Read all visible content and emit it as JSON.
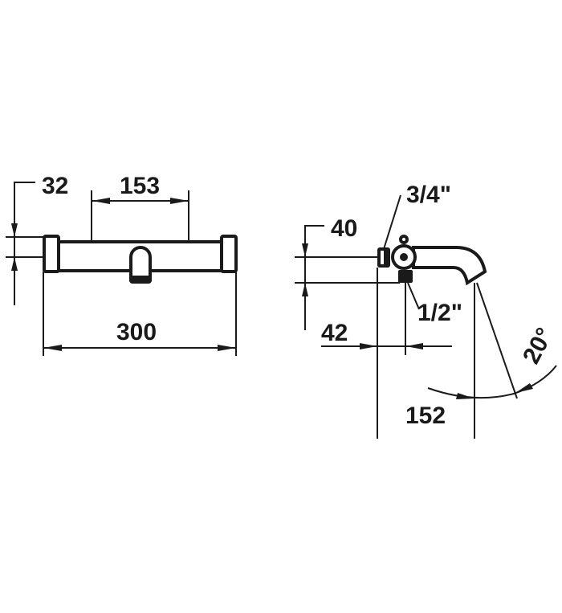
{
  "front_view": {
    "dim_height": "32",
    "dim_center_distance": "153",
    "dim_width": "300"
  },
  "side_view": {
    "dim_height": "40",
    "thread_inlet": "3/4\"",
    "thread_outlet": "1/2\"",
    "dim_offset": "42",
    "dim_projection": "152",
    "dim_angle": "20°"
  },
  "colors": {
    "line": "#1a1a1a",
    "background": "#ffffff"
  }
}
